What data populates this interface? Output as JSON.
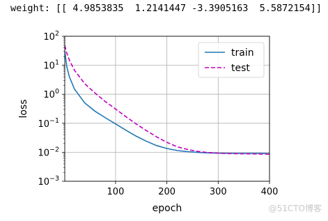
{
  "output_text": "weight: [[ 4.9853835  1.2141447 -3.3905163  5.5872154]]",
  "watermark": "@51CTO博客",
  "chart_data": {
    "type": "line",
    "xlabel": "epoch",
    "ylabel": "loss",
    "xscale": "linear",
    "yscale": "log",
    "xlim": [
      1,
      400
    ],
    "ylim": [
      0.001,
      100
    ],
    "xticks": [
      100,
      200,
      300,
      400
    ],
    "xtick_labels": [
      "100",
      "200",
      "300",
      "400"
    ],
    "yticks": [
      0.001,
      0.01,
      0.1,
      1,
      10,
      100
    ],
    "ytick_labels": [
      {
        "base": "10",
        "exp": "−3"
      },
      {
        "base": "10",
        "exp": "−2"
      },
      {
        "base": "10",
        "exp": "−1"
      },
      {
        "base": "10",
        "exp": "0"
      },
      {
        "base": "10",
        "exp": "1"
      },
      {
        "base": "10",
        "exp": "2"
      }
    ],
    "grid": true,
    "legend_position": "top-right",
    "series": [
      {
        "name": "train",
        "color": "#1f77b4",
        "dash": "solid",
        "x": [
          1,
          5,
          10,
          20,
          40,
          60,
          80,
          100,
          120,
          140,
          160,
          180,
          200,
          220,
          240,
          260,
          280,
          300,
          320,
          340,
          360,
          380,
          400
        ],
        "y": [
          30,
          8.7,
          4.0,
          1.5,
          0.5,
          0.26,
          0.155,
          0.095,
          0.058,
          0.036,
          0.024,
          0.017,
          0.0135,
          0.0115,
          0.0105,
          0.0099,
          0.0095,
          0.0093,
          0.0092,
          0.0091,
          0.0091,
          0.0091,
          0.009
        ]
      },
      {
        "name": "test",
        "color": "#bf00bf",
        "dash": "dashed",
        "x": [
          1,
          5,
          10,
          20,
          40,
          60,
          80,
          100,
          120,
          140,
          160,
          180,
          200,
          220,
          240,
          260,
          280,
          300,
          320,
          340,
          360,
          380,
          400
        ],
        "y": [
          48,
          26,
          15,
          6.7,
          2.3,
          1.1,
          0.56,
          0.31,
          0.17,
          0.095,
          0.056,
          0.034,
          0.022,
          0.0155,
          0.0125,
          0.0107,
          0.0098,
          0.0093,
          0.009,
          0.0089,
          0.0088,
          0.0087,
          0.0086
        ]
      }
    ]
  }
}
